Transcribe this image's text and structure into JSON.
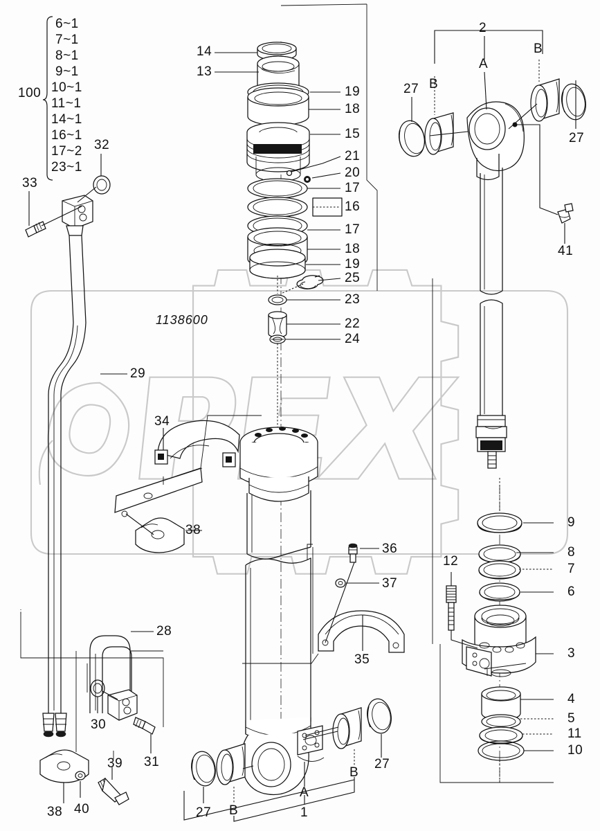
{
  "diagram": {
    "drawing_number": "1138600",
    "watermark_text": "OPEX",
    "group_label": "100",
    "group_items": [
      "6~1",
      "7~1",
      "8~1",
      "9~1",
      "10~1",
      "11~1",
      "14~1",
      "16~1",
      "17~2",
      "23~1"
    ]
  },
  "callouts": {
    "c1": "1",
    "c2": "2",
    "c3": "3",
    "c4": "4",
    "c5": "5",
    "c6": "6",
    "c7": "7",
    "c8": "8",
    "c9": "9",
    "c10": "10",
    "c11": "11",
    "c12": "12",
    "c13": "13",
    "c14": "14",
    "c15": "15",
    "c16": "16",
    "c17a": "17",
    "c17b": "17",
    "c18a": "18",
    "c18b": "18",
    "c19a": "19",
    "c19b": "19",
    "c20": "20",
    "c21": "21",
    "c22": "22",
    "c23": "23",
    "c24": "24",
    "c25": "25",
    "c27a": "27",
    "c27b": "27",
    "c27c": "27",
    "c27d": "27",
    "c28": "28",
    "c29": "29",
    "c30": "30",
    "c31": "31",
    "c32": "32",
    "c33": "33",
    "c34": "34",
    "c35": "35",
    "c36": "36",
    "c37": "37",
    "c38a": "38",
    "c38b": "38",
    "c39": "39",
    "c40": "40",
    "c41": "41",
    "sectionA_top": "A",
    "sectionB_top_left": "B",
    "sectionB_top_right": "B",
    "sectionA_bottom": "A",
    "sectionB_bottom_left": "B",
    "sectionB_bottom_right": "B"
  },
  "colors": {
    "line": "#121212",
    "watermark": "#c9c9c9",
    "background": "#fdfdfd"
  }
}
